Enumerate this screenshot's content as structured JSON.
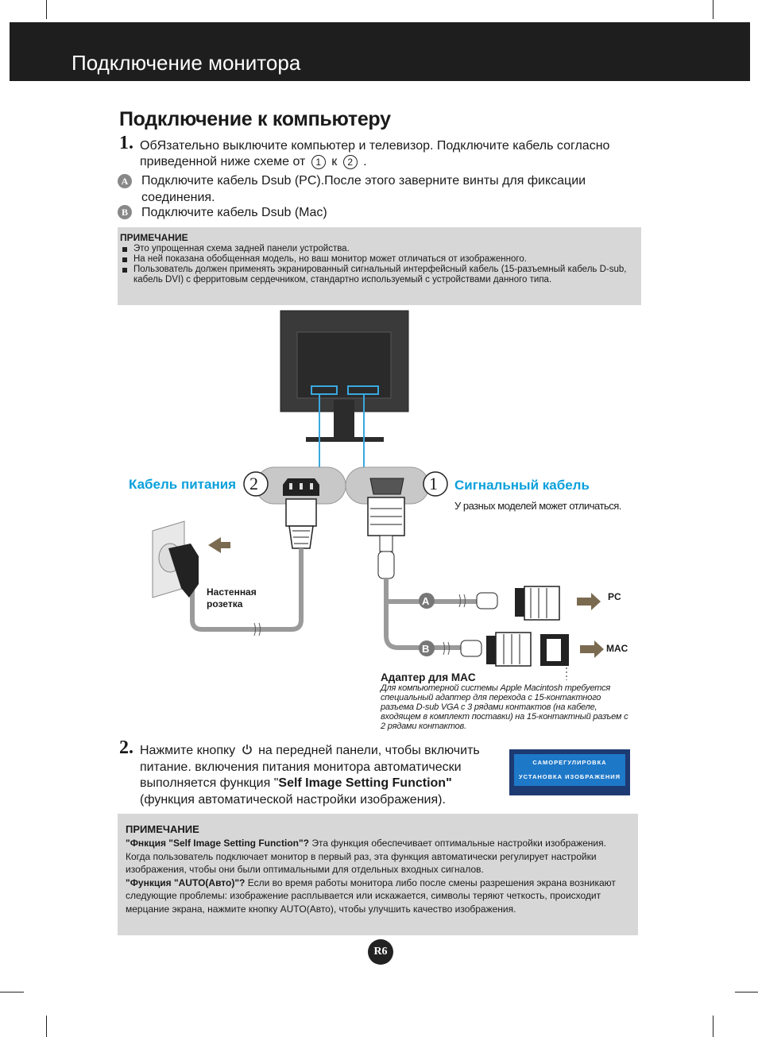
{
  "header": {
    "title": "Подключение монитора"
  },
  "section": {
    "title": "Подключение к компьютеру"
  },
  "step1": {
    "number": "1.",
    "line1": "ОбЯзательно выключите компьютер и телевизор. Подключите кабель согласно",
    "line2_pre": "приведенной ниже схеме от",
    "from": "1",
    "mid": "к",
    "to": "2",
    "end": ".",
    "item_a_badge": "A",
    "item_a_line1": "Подключите кабель Dsub (PC).После этого заверните винты для фиксации",
    "item_a_line2": "соединения.",
    "item_b_badge": "B",
    "item_b": "Подключите кабель Dsub (Mac)"
  },
  "note1": {
    "title": "ПРИМЕЧАНИЕ",
    "items": [
      "Это упрощенная схема задней панели устройства.",
      "На ней показана обобщенная модель, но ваш монитор может отличаться от изображенного.",
      "Пользователь должен применять экранированный сигнальный интерфейсный кабель (15-разъемный кабель D-sub, кабель DVI) с ферритовым сердечником, стандартно используемый с устройствами данного типа."
    ]
  },
  "diagram": {
    "power_label": "Кабель питания",
    "power_num": "2",
    "signal_label": "Сигнальный кабель",
    "signal_num": "1",
    "signal_note": "У разных моделей может отличаться.",
    "outlet_label_1": "Настенная",
    "outlet_label_2": "розетка",
    "port_a": "A",
    "port_b": "B",
    "pc_label": "PC",
    "mac_label": "MAC",
    "adapter_title": "Адаптер для MAC",
    "adapter_text": "Для компьютерной системы Apple Macintosh требуется специальный адаптер для перехода с 15-контактного разъема D-sub VGA с 3 рядами контактов (на кабеле, входящем в комплект поставки) на 15-контактный разъем с 2 рядами контактов."
  },
  "step2": {
    "number": "2.",
    "line1_pre": "Нажмите кнопку",
    "line1_post": "на передней панели, чтобы включить",
    "line2": "питание. включения питания монитора автоматически",
    "line3_pre": "выполняется функция \"",
    "line3_bold": "Self Image Setting Function\"",
    "line4": "(функция автоматической настройки изображения).",
    "osd_line1": "САМОРЕГУЛИРОВКА",
    "osd_line2": "УСТАНОВКА ИЗОБРАЖЕНИЯ"
  },
  "note2": {
    "title": "ПРИМЕЧАНИЕ",
    "p1_bold": "\"Фнкция \"Self Image Setting Function\"?",
    "p1": " Эта функция обеспечивает оптимальные настройки изображения. Когда пользователь подключает монитор в первый раз, эта функция автоматически регулирует настройки изображения, чтобы они были оптимальными для отдельных входных сигналов.",
    "p2_bold": "\"Функция \"AUTO(Авто)\"?",
    "p2": " Если во время работы монитора либо после смены разрешения экрана возникают следующие проблемы: изображение расплывается или искажается, символы теряют четкость, происходит мерцание экрана, нажмите кнопку AUTO(Авто), чтобы улучшить качество изображения."
  },
  "page_number": "R6"
}
